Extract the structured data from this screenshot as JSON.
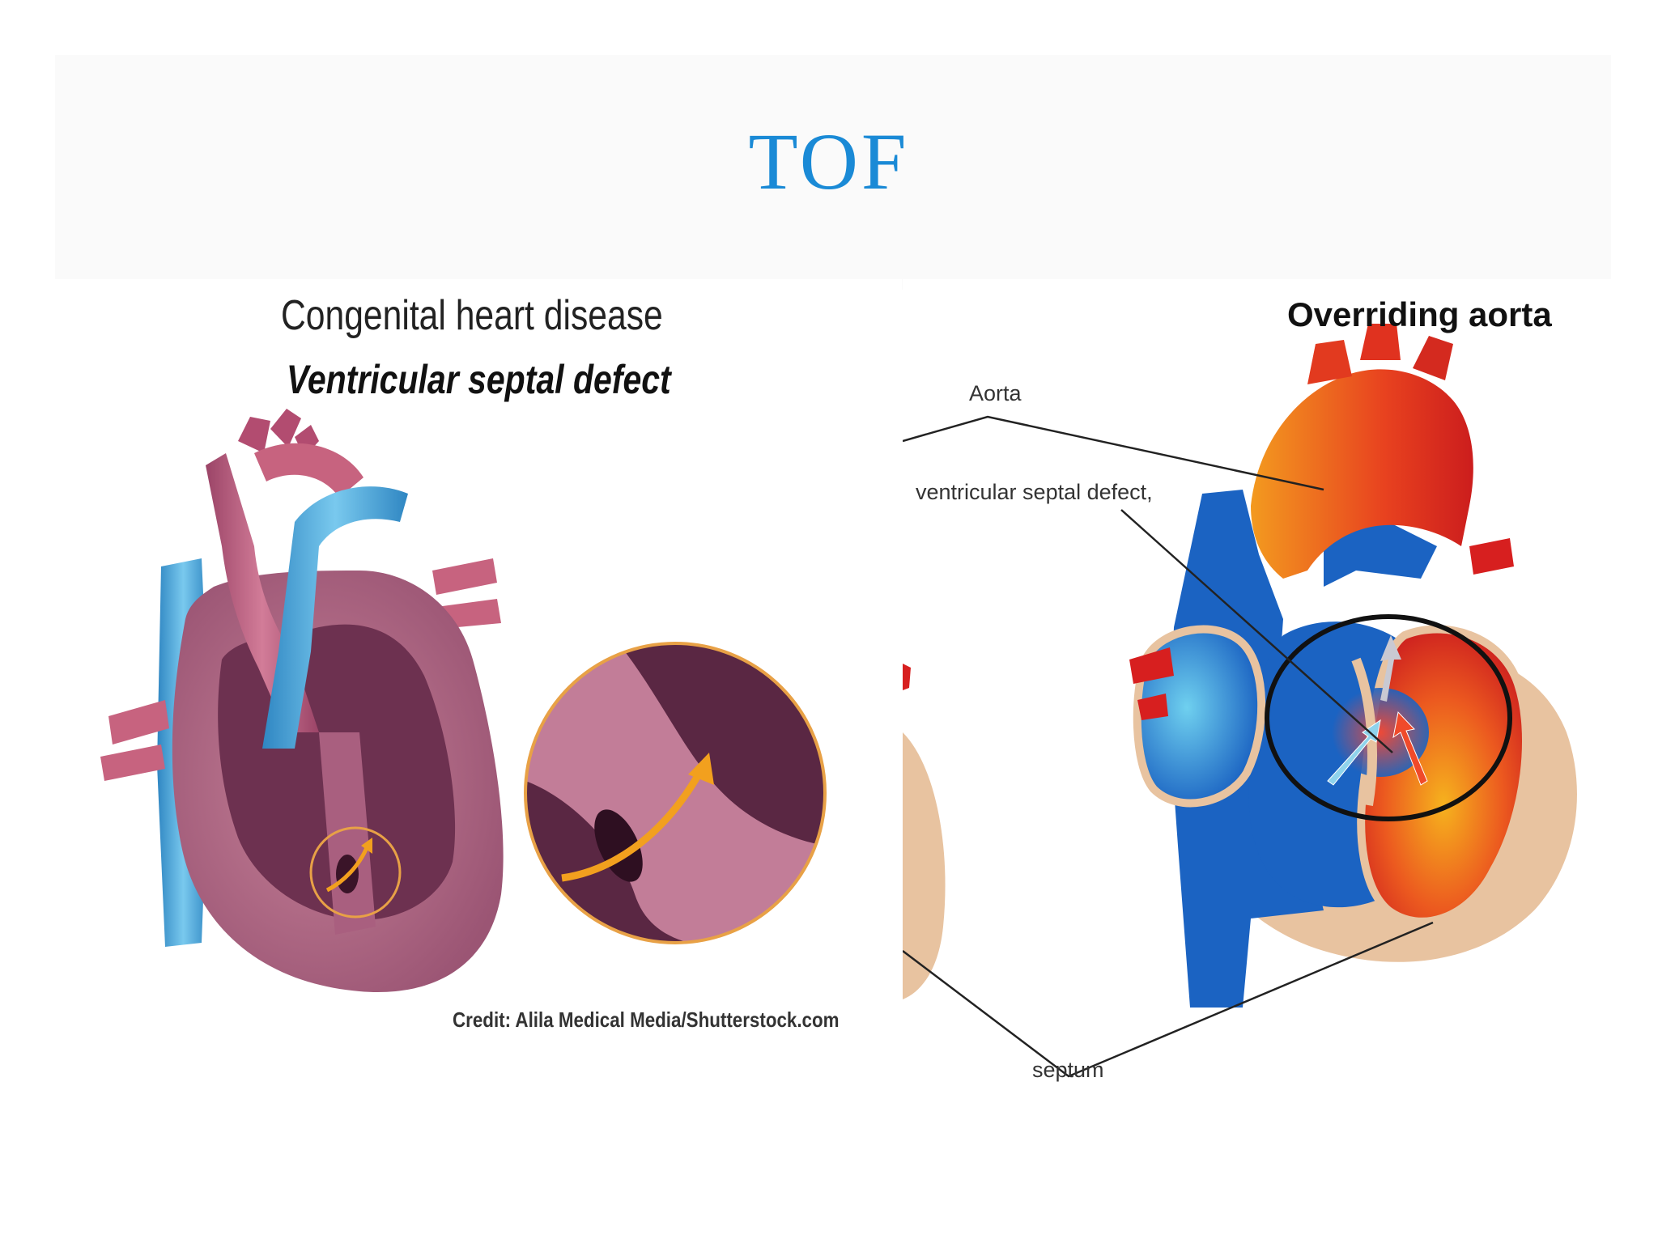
{
  "slide": {
    "title": "TOF"
  },
  "left_figure": {
    "heading": "Congenital heart disease",
    "subheading": "Ventricular septal defect",
    "credit": "Credit: Alila Medical Media/Shutterstock.com",
    "colors": {
      "heart": "#b26a86",
      "chamber": "#6d3150",
      "vessel_blue": "#4aa6d6",
      "arrow": "#f2a01e"
    }
  },
  "right_figure": {
    "heading": "Overriding aorta",
    "labels": {
      "aorta": "Aorta",
      "vsd": "ventricular septal defect,",
      "septum": "septum"
    },
    "colors": {
      "aorta": "#e8421f",
      "blue": "#1b63c2",
      "tissue": "#e8c3a0",
      "circle": "#111111"
    }
  }
}
